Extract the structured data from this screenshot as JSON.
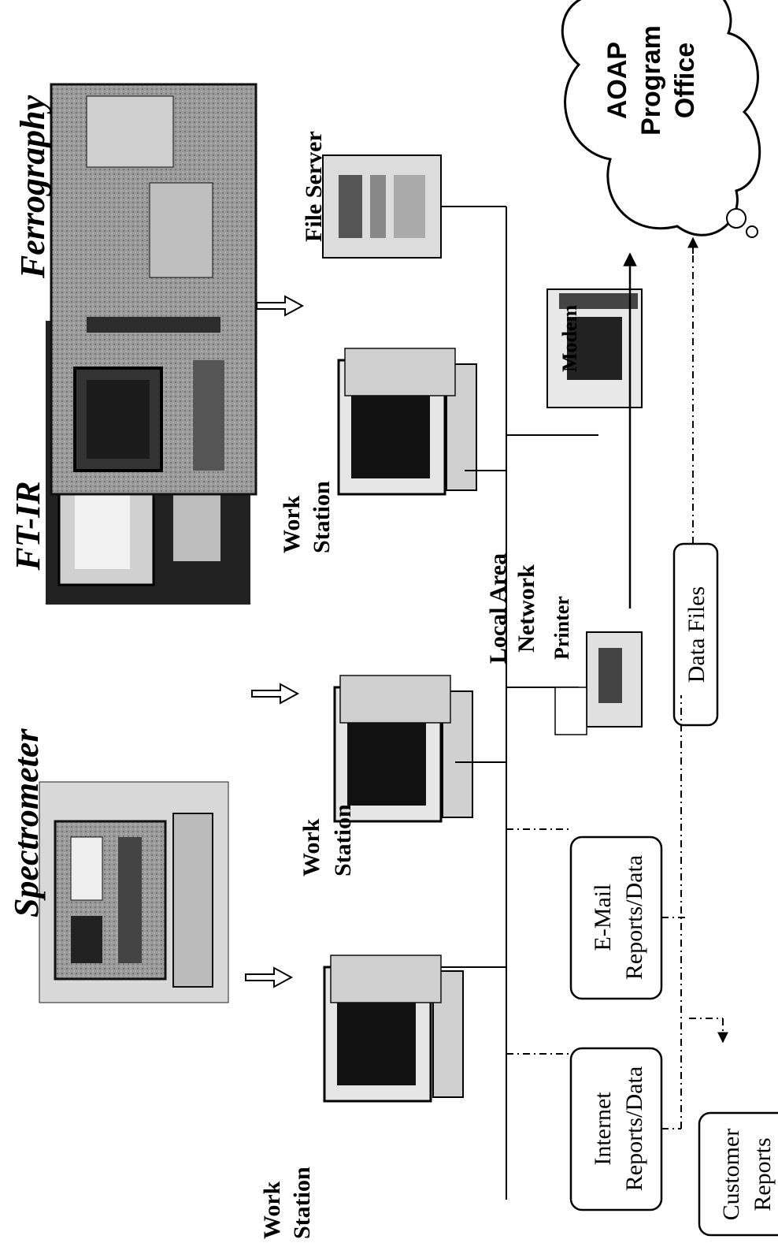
{
  "instruments": {
    "spectrometer": "Spectrometer",
    "ftir": "FT-IR",
    "ferrography": "Ferrography"
  },
  "workstation_label": [
    "Work",
    "Station"
  ],
  "network": {
    "lan": [
      "Local Area",
      "Network"
    ],
    "printer": "Printer",
    "file_server": "File Server",
    "modem": "Modem"
  },
  "boxes": {
    "internet": [
      "Internet",
      "Reports/Data"
    ],
    "email": [
      "E-Mail",
      "Reports/Data"
    ],
    "data_files": "Data Files",
    "customer": [
      "Customer",
      "Reports"
    ]
  },
  "cloud": [
    "AOAP",
    "Program",
    "Office"
  ]
}
